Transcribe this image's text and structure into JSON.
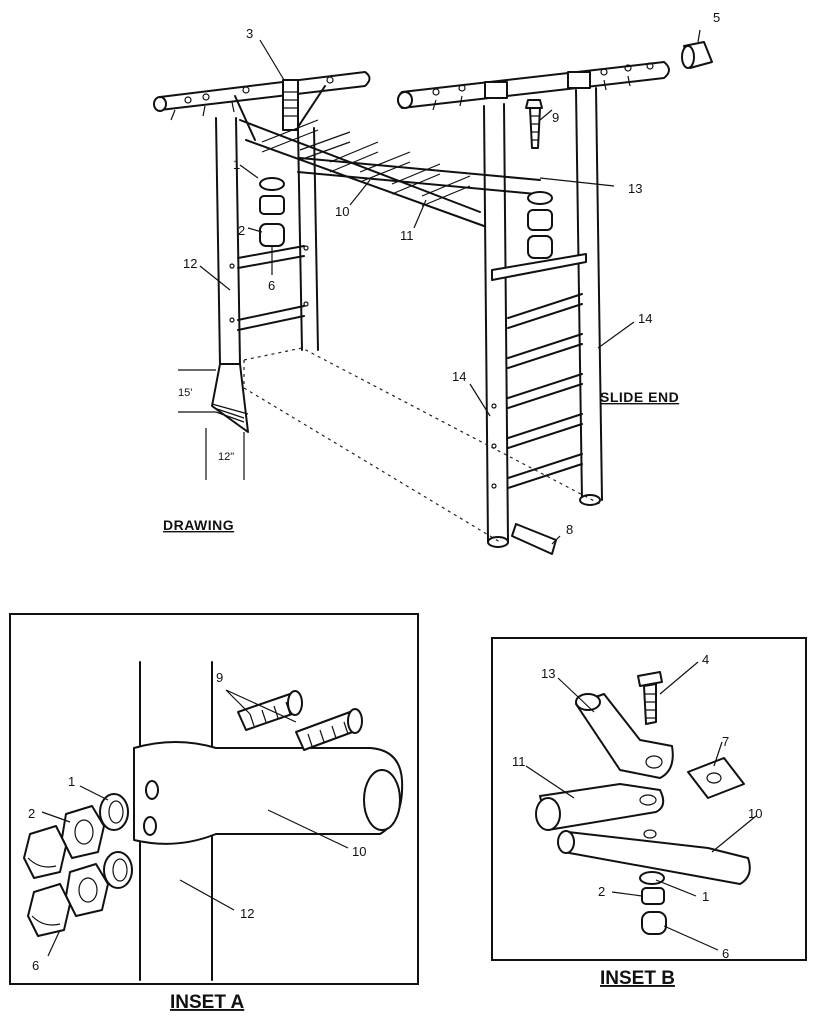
{
  "callouts": {
    "c1": "1",
    "c2": "2",
    "c3": "3",
    "c5": "5",
    "c6": "6",
    "c8": "8",
    "c9": "9",
    "c10": "10",
    "c11": "11",
    "c12": "12",
    "c13": "13",
    "c14a": "14",
    "c14b": "14",
    "a1": "1",
    "a2": "2",
    "a6": "6",
    "a9": "9",
    "a10": "10",
    "a12": "12",
    "b1": "1",
    "b2": "2",
    "b4": "4",
    "b6": "6",
    "b7": "7",
    "b10": "10",
    "b11": "11",
    "b13": "13"
  },
  "labels": {
    "slide_end": "SLIDE END",
    "drawing": "DRAWING",
    "inset_a": "INSET A",
    "inset_b": "INSET B"
  },
  "dimensions": {
    "d15": "15'",
    "d12": "12\""
  }
}
